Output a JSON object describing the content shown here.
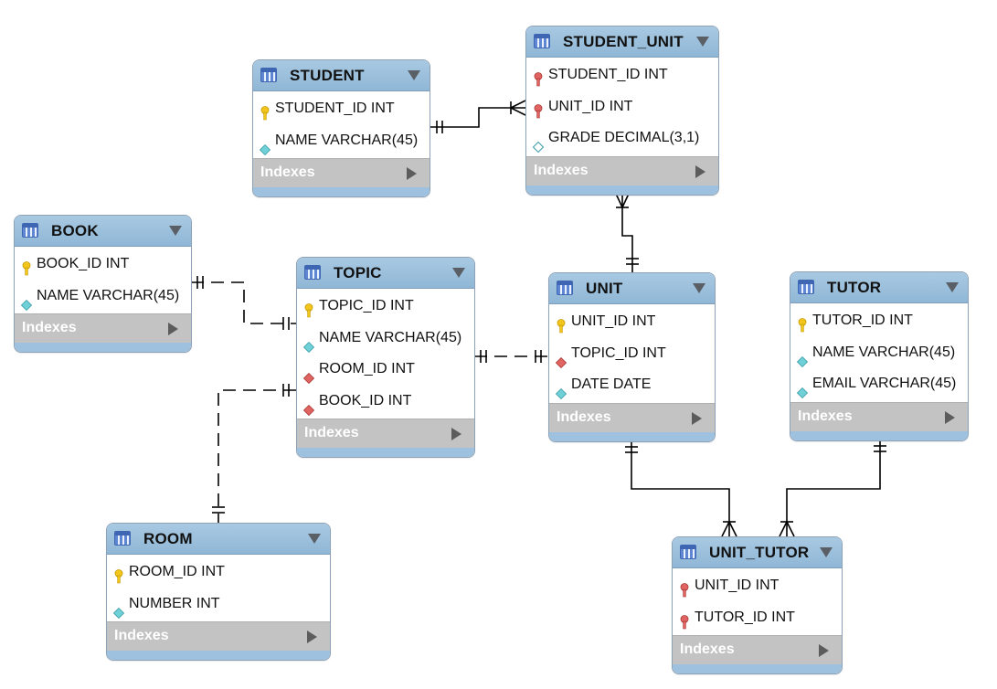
{
  "colors": {
    "header": "#9fc3df",
    "indexes_bg": "#c3c3c3",
    "key_pk": "#f2c61c",
    "key_fk_pk": "#d9534f",
    "diamond_attr": "#6fd0d8",
    "diamond_fk": "#d9534f",
    "line": "#000000"
  },
  "tables": {
    "student": {
      "name": "STUDENT",
      "columns": [
        {
          "text": "STUDENT_ID INT",
          "icon": "primary-key-icon"
        },
        {
          "text": "NAME VARCHAR(45)",
          "icon": "attribute-diamond-icon"
        }
      ],
      "indexes_label": "Indexes"
    },
    "student_unit": {
      "name": "STUDENT_UNIT",
      "columns": [
        {
          "text": "STUDENT_ID INT",
          "icon": "foreign-primary-key-icon"
        },
        {
          "text": "UNIT_ID INT",
          "icon": "foreign-primary-key-icon"
        },
        {
          "text": "GRADE DECIMAL(3,1)",
          "icon": "nullable-attribute-diamond-icon"
        }
      ],
      "indexes_label": "Indexes"
    },
    "book": {
      "name": "BOOK",
      "columns": [
        {
          "text": "BOOK_ID INT",
          "icon": "primary-key-icon"
        },
        {
          "text": "NAME VARCHAR(45)",
          "icon": "attribute-diamond-icon"
        }
      ],
      "indexes_label": "Indexes"
    },
    "topic": {
      "name": "TOPIC",
      "columns": [
        {
          "text": "TOPIC_ID INT",
          "icon": "primary-key-icon"
        },
        {
          "text": "NAME VARCHAR(45)",
          "icon": "attribute-diamond-icon"
        },
        {
          "text": "ROOM_ID INT",
          "icon": "foreign-key-diamond-icon"
        },
        {
          "text": "BOOK_ID INT",
          "icon": "foreign-key-diamond-icon"
        }
      ],
      "indexes_label": "Indexes"
    },
    "unit": {
      "name": "UNIT",
      "columns": [
        {
          "text": "UNIT_ID INT",
          "icon": "primary-key-icon"
        },
        {
          "text": "TOPIC_ID INT",
          "icon": "foreign-key-diamond-icon"
        },
        {
          "text": "DATE DATE",
          "icon": "attribute-diamond-icon"
        }
      ],
      "indexes_label": "Indexes"
    },
    "tutor": {
      "name": "TUTOR",
      "columns": [
        {
          "text": "TUTOR_ID INT",
          "icon": "primary-key-icon"
        },
        {
          "text": "NAME VARCHAR(45)",
          "icon": "attribute-diamond-icon"
        },
        {
          "text": "EMAIL VARCHAR(45)",
          "icon": "attribute-diamond-icon"
        }
      ],
      "indexes_label": "Indexes"
    },
    "room": {
      "name": "ROOM",
      "columns": [
        {
          "text": "ROOM_ID INT",
          "icon": "primary-key-icon"
        },
        {
          "text": "NUMBER INT",
          "icon": "attribute-diamond-icon"
        }
      ],
      "indexes_label": "Indexes"
    },
    "unit_tutor": {
      "name": "UNIT_TUTOR",
      "columns": [
        {
          "text": "UNIT_ID INT",
          "icon": "foreign-primary-key-icon"
        },
        {
          "text": "TUTOR_ID INT",
          "icon": "foreign-primary-key-icon"
        }
      ],
      "indexes_label": "Indexes"
    }
  },
  "relationships": [
    {
      "from": "STUDENT",
      "to": "STUDENT_UNIT",
      "style": "solid",
      "from_end": "one-and-only-one",
      "to_end": "one-or-many"
    },
    {
      "from": "UNIT",
      "to": "STUDENT_UNIT",
      "style": "solid",
      "from_end": "one-and-only-one",
      "to_end": "one-or-many"
    },
    {
      "from": "BOOK",
      "to": "TOPIC",
      "style": "dashed",
      "from_end": "one-and-only-one",
      "to_end": "one-and-only-one"
    },
    {
      "from": "ROOM",
      "to": "TOPIC",
      "style": "dashed",
      "from_end": "one-and-only-one",
      "to_end": "one-and-only-one"
    },
    {
      "from": "TOPIC",
      "to": "UNIT",
      "style": "dashed",
      "from_end": "one-and-only-one",
      "to_end": "one-and-only-one"
    },
    {
      "from": "UNIT",
      "to": "UNIT_TUTOR",
      "style": "solid",
      "from_end": "one-and-only-one",
      "to_end": "one-or-many"
    },
    {
      "from": "TUTOR",
      "to": "UNIT_TUTOR",
      "style": "solid",
      "from_end": "one-and-only-one",
      "to_end": "one-or-many"
    }
  ]
}
